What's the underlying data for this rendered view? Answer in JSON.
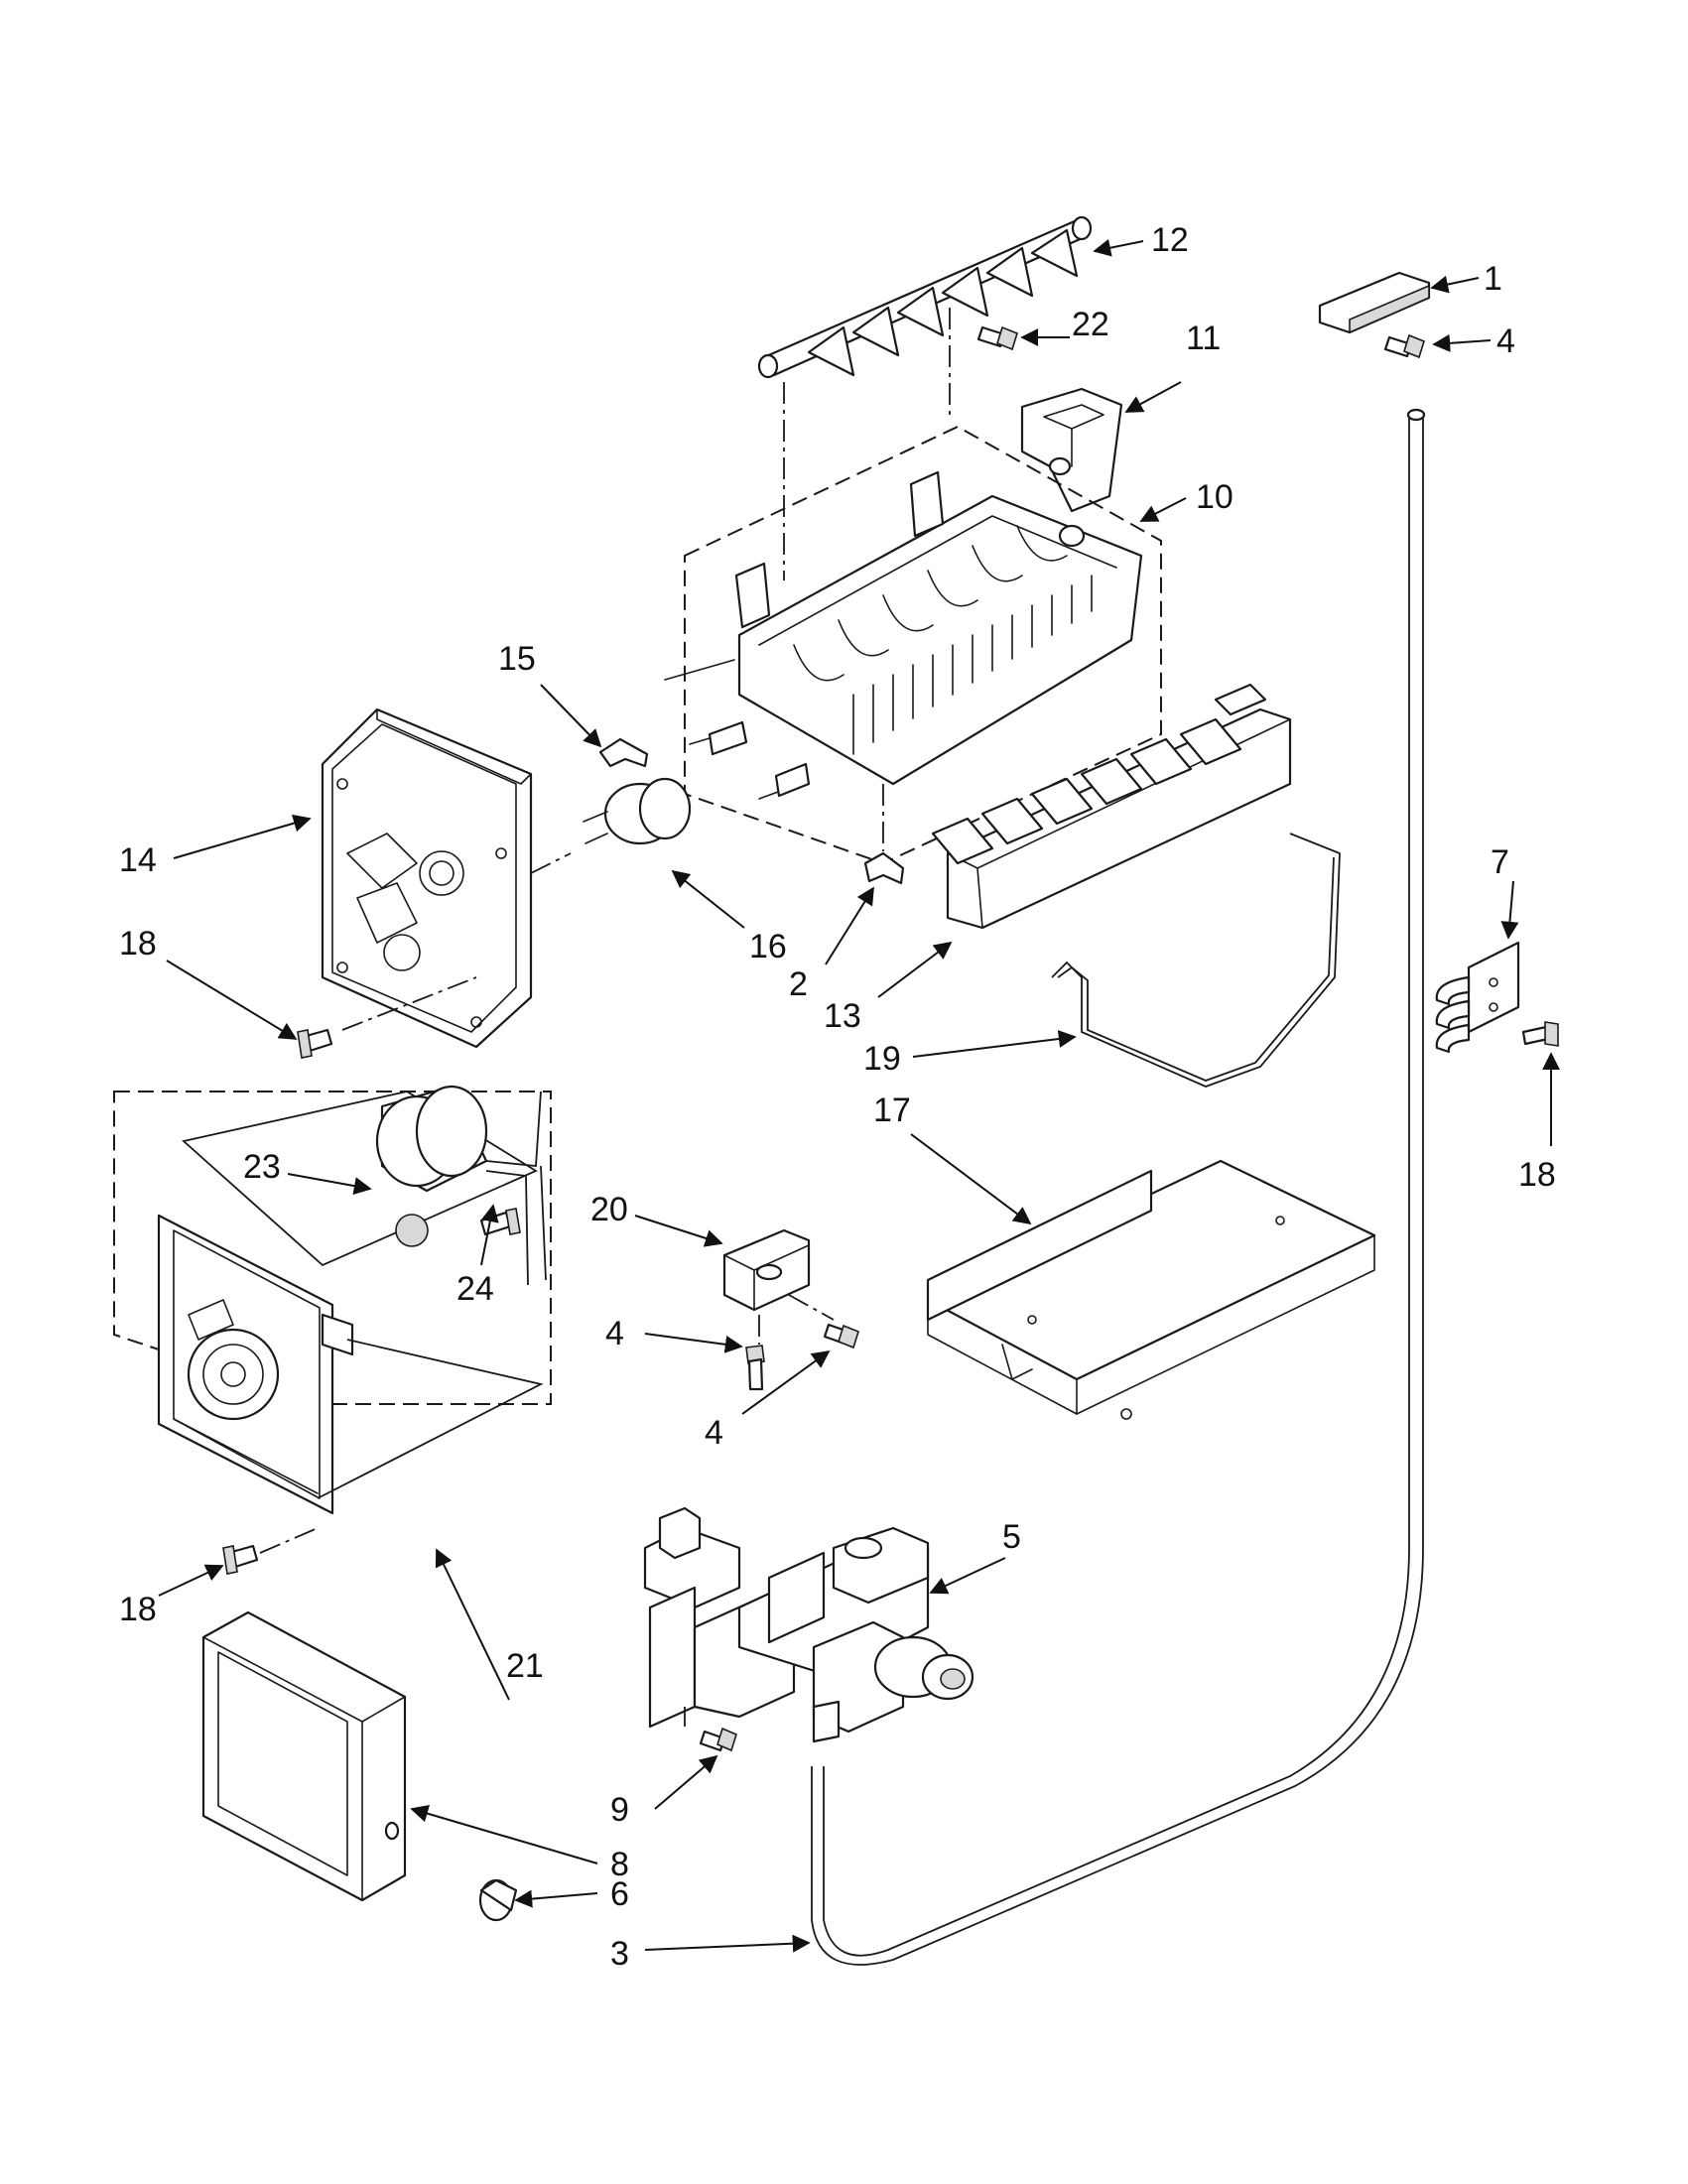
{
  "callouts": [
    {
      "id": "c1",
      "label": "1"
    },
    {
      "id": "c2",
      "label": "2"
    },
    {
      "id": "c3",
      "label": "3"
    },
    {
      "id": "c4a",
      "label": "4"
    },
    {
      "id": "c4b",
      "label": "4"
    },
    {
      "id": "c4c",
      "label": "4"
    },
    {
      "id": "c5",
      "label": "5"
    },
    {
      "id": "c6",
      "label": "6"
    },
    {
      "id": "c7",
      "label": "7"
    },
    {
      "id": "c8",
      "label": "8"
    },
    {
      "id": "c9",
      "label": "9"
    },
    {
      "id": "c10",
      "label": "10"
    },
    {
      "id": "c11",
      "label": "11"
    },
    {
      "id": "c12",
      "label": "12"
    },
    {
      "id": "c13",
      "label": "13"
    },
    {
      "id": "c14",
      "label": "14"
    },
    {
      "id": "c15",
      "label": "15"
    },
    {
      "id": "c16",
      "label": "16"
    },
    {
      "id": "c17",
      "label": "17"
    },
    {
      "id": "c18a",
      "label": "18"
    },
    {
      "id": "c18b",
      "label": "18"
    },
    {
      "id": "c18c",
      "label": "18"
    },
    {
      "id": "c19",
      "label": "19"
    },
    {
      "id": "c20",
      "label": "20"
    },
    {
      "id": "c21",
      "label": "21"
    },
    {
      "id": "c22",
      "label": "22"
    },
    {
      "id": "c23",
      "label": "23"
    },
    {
      "id": "c24",
      "label": "24"
    }
  ]
}
